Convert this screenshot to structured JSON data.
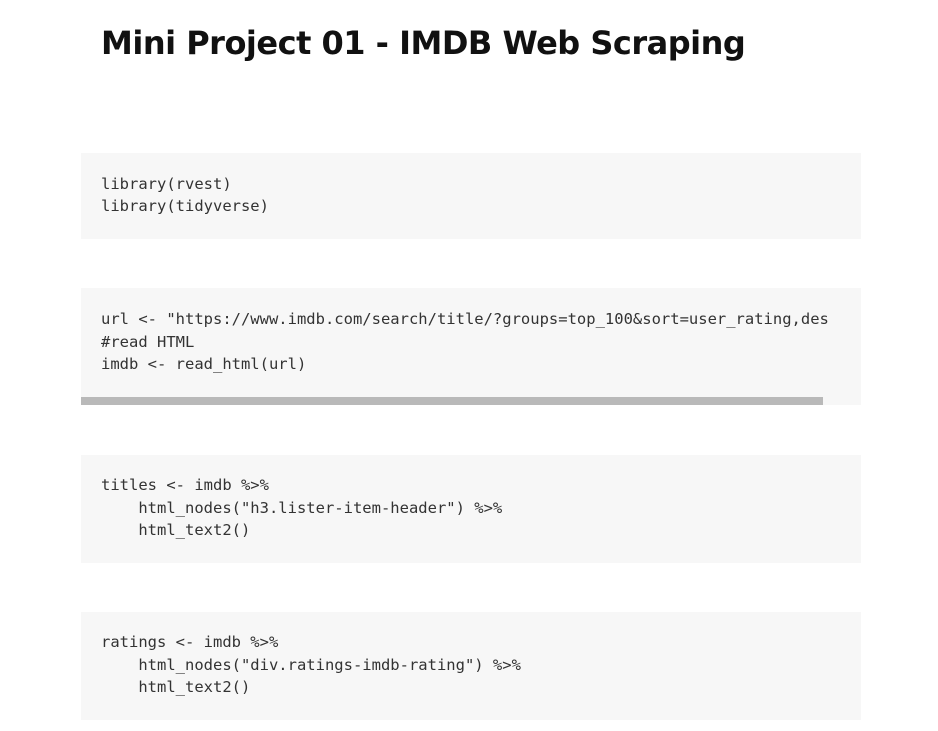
{
  "document": {
    "title": "Mini Project 01 - IMDB Web Scraping"
  },
  "code_blocks": [
    {
      "lines": [
        "library(rvest)",
        "library(tidyverse)"
      ]
    },
    {
      "lines": [
        "url <- \"https://www.imdb.com/search/title/?groups=top_100&sort=user_rating,des",
        "#read HTML",
        "imdb <- read_html(url)"
      ],
      "has_horizontal_scrollbar": true
    },
    {
      "lines": [
        "titles <- imdb %>%",
        "    html_nodes(\"h3.lister-item-header\") %>%",
        "    html_text2()"
      ]
    },
    {
      "lines": [
        "ratings <- imdb %>%",
        "    html_nodes(\"div.ratings-imdb-rating\") %>%",
        "    html_text2()"
      ]
    }
  ],
  "colors": {
    "code_background": "#f7f7f7",
    "scrollbar_thumb": "#b9b9b9",
    "title_text": "#111111",
    "code_text": "#333333"
  }
}
